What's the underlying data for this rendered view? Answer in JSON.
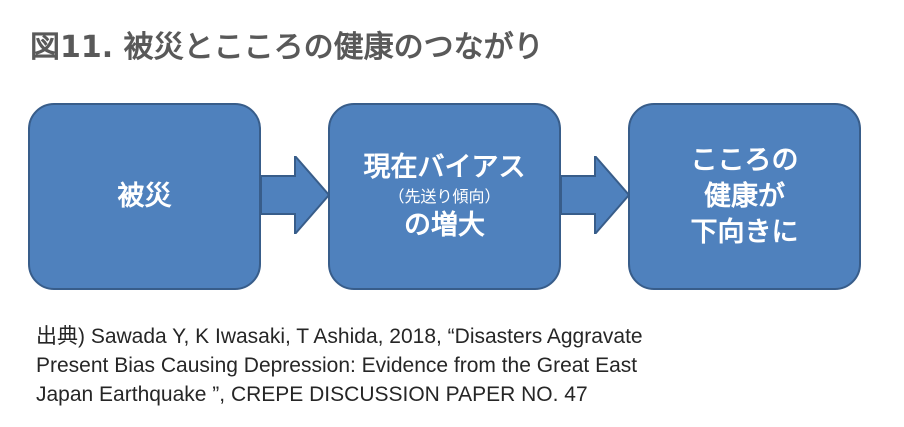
{
  "title": "図11. 被災とこころの健康のつながり",
  "boxes": [
    {
      "lines": [
        "被災"
      ]
    },
    {
      "line1": "現在バイアス",
      "sub": "（先送り傾向）",
      "line3": "の増大"
    },
    {
      "lines": [
        "こころの",
        "健康が",
        "下向きに"
      ]
    }
  ],
  "source": {
    "line1": "出典) Sawada Y, K Iwasaki, T Ashida, 2018, “Disasters Aggravate",
    "line2": "Present Bias Causing Depression: Evidence from the Great East",
    "line3": "Japan Earthquake ”, CREPE DISCUSSION PAPER NO. 47"
  },
  "colors": {
    "box_fill": "#4f81bd",
    "box_border": "#385d8a",
    "title_text": "#595959"
  }
}
